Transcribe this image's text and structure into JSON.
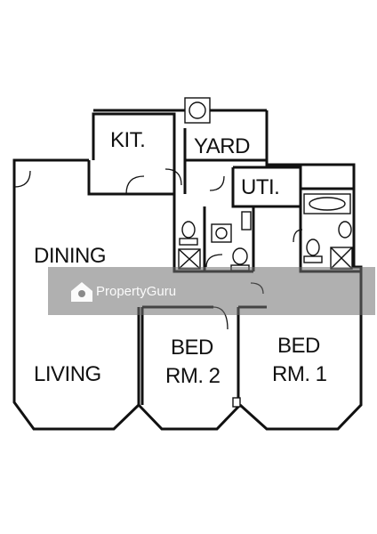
{
  "rooms": {
    "kitchen": "KIT.",
    "yard": "YARD",
    "utility": "UTI.",
    "dining": "DINING",
    "living": "LIVING",
    "bed2_line1": "BED",
    "bed2_line2": "RM. 2",
    "bed1_line1": "BED",
    "bed1_line2": "RM. 1"
  },
  "watermark": {
    "text": "PropertyGuru"
  },
  "colors": {
    "line": "#111111",
    "background": "#ffffff",
    "watermark_band": "#6f6f6f"
  }
}
